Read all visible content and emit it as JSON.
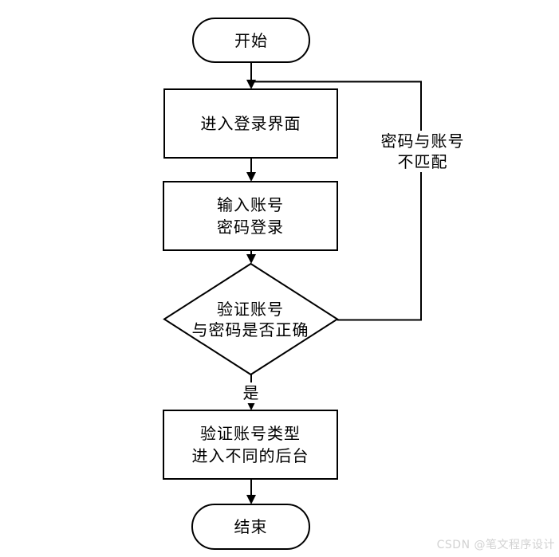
{
  "diagram": {
    "nodes": {
      "start": {
        "label": "开始"
      },
      "enter_login": {
        "label": "进入登录界面"
      },
      "input_credentials": {
        "line1": "输入账号",
        "line2": "密码登录"
      },
      "verify_decision": {
        "line1": "验证账号",
        "line2": "与密码是否正确"
      },
      "verify_type": {
        "line1": "验证账号类型",
        "line2": "进入不同的后台"
      },
      "end": {
        "label": "结束"
      }
    },
    "edges": {
      "yes_label": "是",
      "mismatch_line1": "密码与账号",
      "mismatch_line2": "不匹配"
    },
    "colors": {
      "stroke": "#000000",
      "node_fill": "#ffffff",
      "text": "#000000",
      "watermark": "#d2d2d2"
    }
  },
  "watermark": {
    "text": "CSDN @笔文程序设计"
  }
}
